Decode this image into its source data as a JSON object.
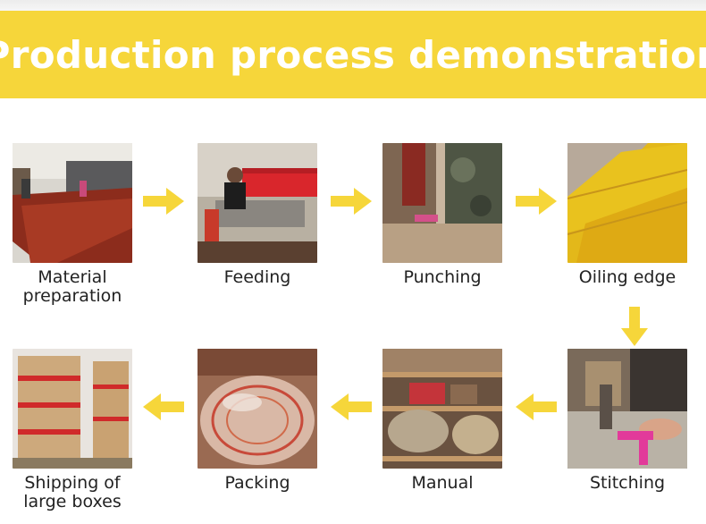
{
  "banner": {
    "title": "Production process demonstration"
  },
  "colors": {
    "banner": "#f6d63a",
    "arrow": "#f6d63a"
  },
  "steps": [
    {
      "label": "Material\npreparation"
    },
    {
      "label": "Feeding"
    },
    {
      "label": "Punching"
    },
    {
      "label": "Oiling edge"
    },
    {
      "label": "Stitching"
    },
    {
      "label": "Manual"
    },
    {
      "label": "Packing"
    },
    {
      "label": "Shipping of\nlarge boxes"
    }
  ]
}
